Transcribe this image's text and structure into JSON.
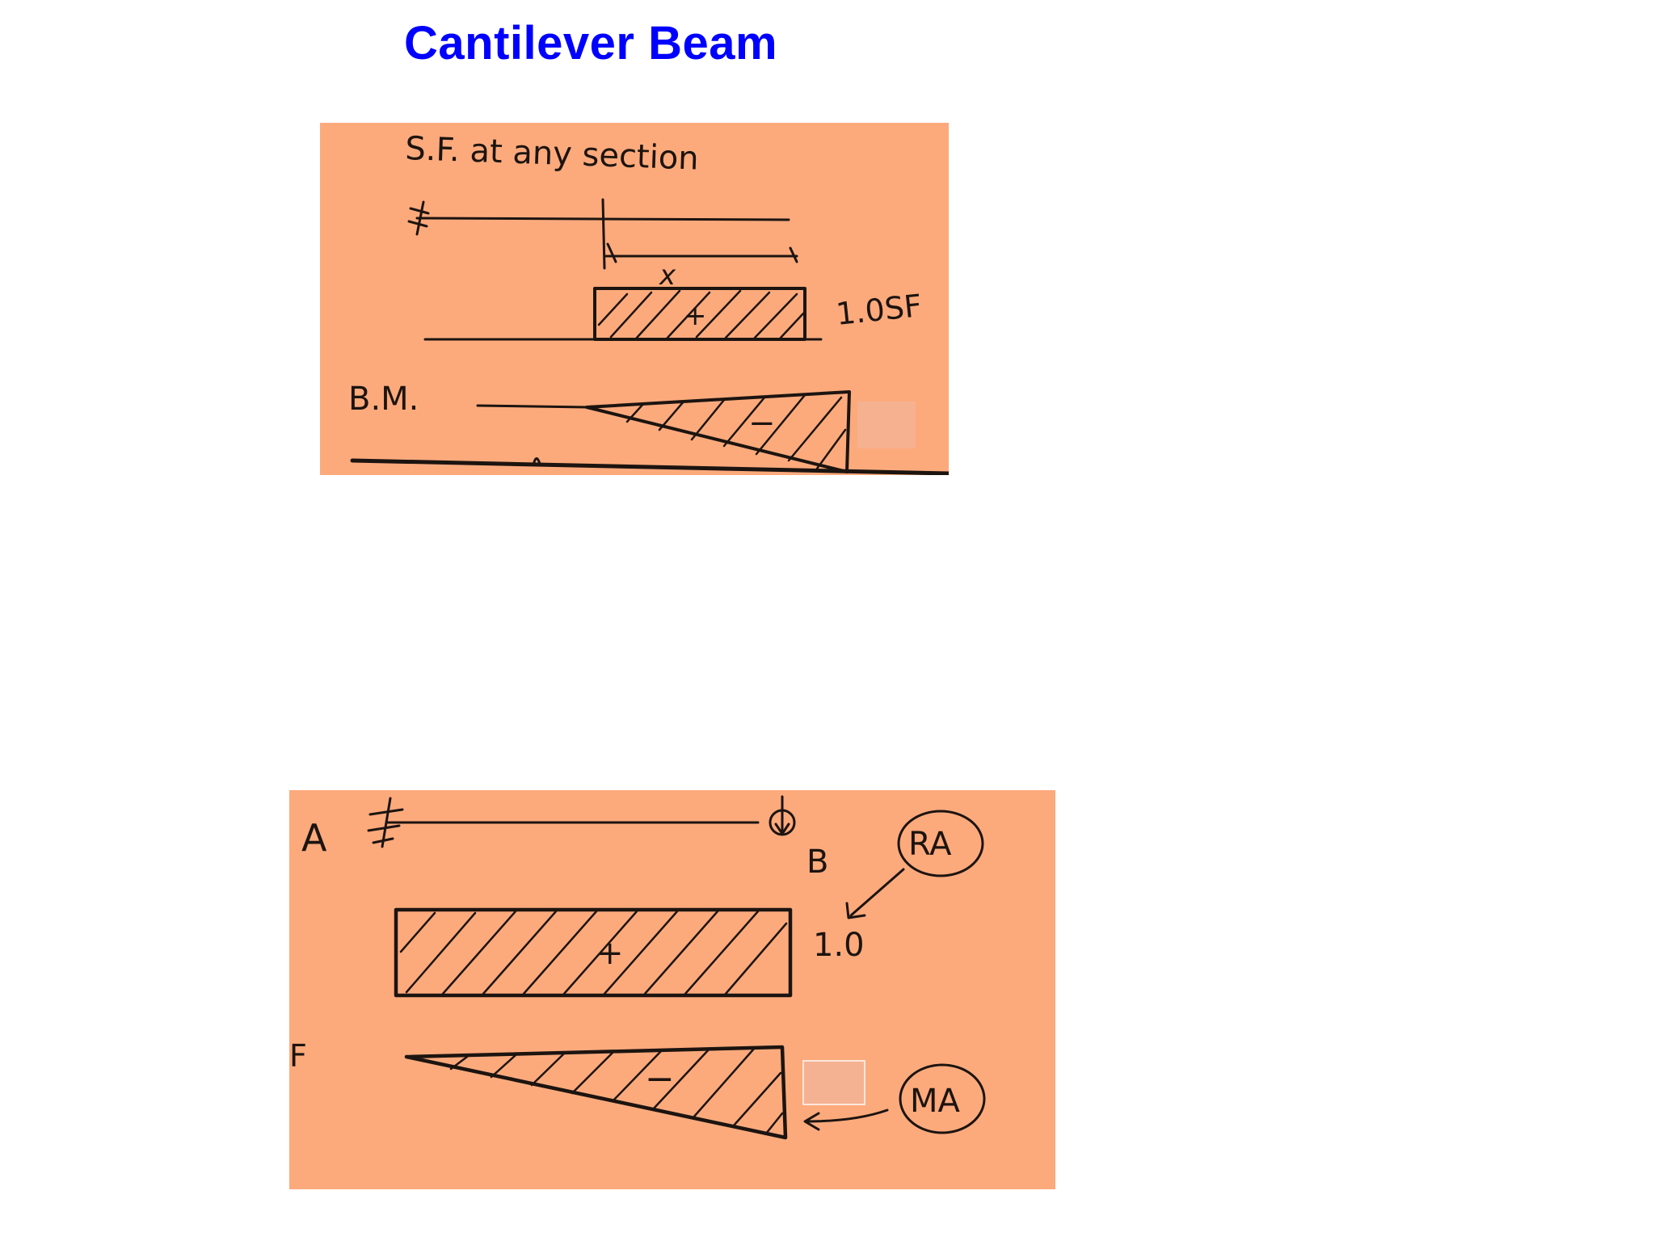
{
  "slide": {
    "title": "Cantilever Beam"
  },
  "top_diagram": {
    "heading": "S.F. at any section",
    "variable_label": "x",
    "sf_sign": "+",
    "sf_value_label": "1.0SF",
    "bm_label": "B.M.",
    "bm_sign": "−",
    "background": "#fcaa7c"
  },
  "bottom_diagram": {
    "support_label": "A",
    "end_label": "B",
    "reaction_label": "RA",
    "sf_sign": "+",
    "sf_value_label": "1.0",
    "left_edge_label": "F",
    "bm_sign": "−",
    "moment_label": "MA",
    "background": "#fcaa7c"
  }
}
